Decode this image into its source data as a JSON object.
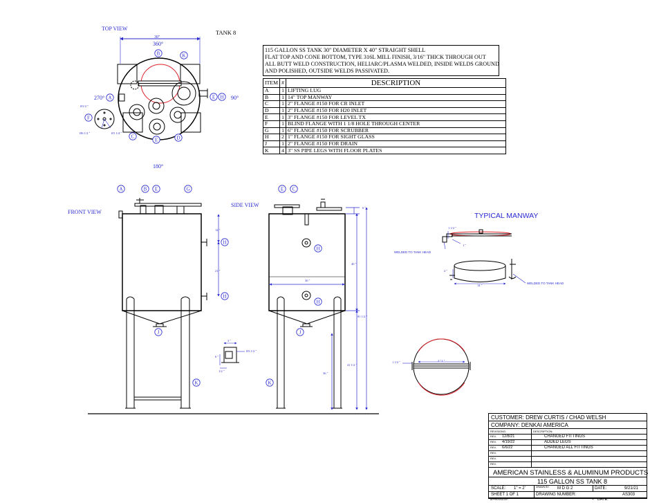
{
  "views": {
    "top_view": "TOP VIEW",
    "tank_name": "TANK 8",
    "front_view": "FRONT VIEW",
    "side_view": "SIDE VIEW",
    "typical_manway": "TYPICAL MANWAY"
  },
  "top_view": {
    "dim_width": "30\"",
    "angle_0": "360°",
    "angle_90": "90°",
    "angle_180": "180°",
    "angle_270": "270°",
    "flange_dim_1": "Ø1/2 \"",
    "flange_dim_2": "Ø6 1/2 \"",
    "flange_dim_3": "Ø1 1/4 \""
  },
  "letters": {
    "A": "A",
    "B": "B",
    "C": "C",
    "D": "D",
    "E": "E",
    "F": "F",
    "G": "G",
    "H": "H",
    "J": "J",
    "K": "K"
  },
  "front_view": {
    "dim_12": "12 \"",
    "dim_21": "21 \""
  },
  "side_view": {
    "dim_6": "6 \"",
    "dim_40": "40 \"",
    "dim_30": "30 \"",
    "dim_81": "81 1/2 \"",
    "dim_41": "41 1/2 \"",
    "dim_36": "36 \""
  },
  "lug_detail": {
    "dim_3": "3 \"",
    "dim_hole": "Ø3 1/2 \"",
    "dim_6": "6 \"",
    "dim_half": "1/2 \""
  },
  "manway": {
    "dim_top": "1 1/2 \"",
    "dim_1": "1 \"",
    "dim_2": "2 \"",
    "dim_14": "14 \"",
    "welded_1": "WELDED TO TANK HEAD",
    "welded_2": "WELDED TO TANK HEAD",
    "dim_bottom_left": "1 1/2 \"",
    "dim_bottom_width": "2 \"1 \""
  },
  "description": {
    "lines": [
      "115 GALLON SS TANK 30\" DIAMETER X 40\" STRAIGHT SHELL",
      "FLAT TOP AND CONE BOTTOM, TYPE 316L MILL FINISH, 3/16\" THICK THROUGH OUT",
      "ALL BUTT WELD CONSTRUCTION, HELIARC/PLASMA WELDED, INSIDE WELDS GROUND",
      "AND POLISHED, OUTSIDE WELDS PASSIVATED."
    ]
  },
  "bom": {
    "headers": {
      "item": "ITEM",
      "qty": "#",
      "desc": "DESCRIPTION"
    },
    "rows": [
      {
        "item": "A",
        "qty": "1",
        "desc": "LIFTING LUG"
      },
      {
        "item": "B",
        "qty": "1",
        "desc": "14\" TOP MANWAY"
      },
      {
        "item": "C",
        "qty": "1",
        "desc": "2\" FLANGE #150 FOR CR INLET"
      },
      {
        "item": "D",
        "qty": "1",
        "desc": "2\" FLANGE #150 FOR H20 INLET"
      },
      {
        "item": "E",
        "qty": "1",
        "desc": "3\" FLANGE #150 FOR LEVEL TX"
      },
      {
        "item": "F",
        "qty": "1",
        "desc": "BLIND FLANGE WITH 1 1/8 HOLE THROUGH CENTER"
      },
      {
        "item": "G",
        "qty": "1",
        "desc": "6\" FLANGE #150 FOR SCRUBBER"
      },
      {
        "item": "H",
        "qty": "2",
        "desc": "1\" FLANGE #150 FOR SIGHT GLASS"
      },
      {
        "item": "J",
        "qty": "1",
        "desc": "2\" FLANGE  #150 FOR DRAIN"
      },
      {
        "item": "K",
        "qty": "4",
        "desc": "3\" SS PIPE LEGS WITH FLOOR PLATES"
      }
    ]
  },
  "title_block": {
    "customer": "CUSTOMER: DREW CURTIS / CHAD WELSH",
    "company": "COMPANY: DENKAI AMERICA",
    "rev_header": "REVISIONS:",
    "desc_header": "DESCRIPTION:",
    "revs": [
      {
        "label": "REV.",
        "date": "12/8/21",
        "desc": "CHANGED FITTINGS"
      },
      {
        "label": "REV.",
        "date": "4/19/22",
        "desc": "ADDED LEGS"
      },
      {
        "label": "REV.",
        "date": "6/6/22",
        "desc": "CHANGED ALL FITTINGS"
      },
      {
        "label": "REV.",
        "date": "",
        "desc": ""
      },
      {
        "label": "REV.",
        "date": "",
        "desc": ""
      },
      {
        "label": "REV.",
        "date": "",
        "desc": ""
      }
    ],
    "company_name": "AMERICAN STAINLESS & ALUMINUM PRODUCTS",
    "drawing_title": "115 GALLON SS TANK 8",
    "scale_label": "SCALE:",
    "scale_value": "1\" = 2'",
    "drawn_by_label": "DRAWN BY:",
    "drawn_by": "M D G 2",
    "date_label": "DATE:",
    "date": "9/21/21",
    "sheet": "SHEET 1 OF 1",
    "drawing_number_label": "DRAWING NUMBER:",
    "drawing_number": "AS303",
    "approved_by": "APPROVED BY:",
    "date_label_2": "DATE:"
  },
  "colors": {
    "line": "#000000",
    "dim": "#2a2ad0",
    "manway": "#e0202a"
  }
}
